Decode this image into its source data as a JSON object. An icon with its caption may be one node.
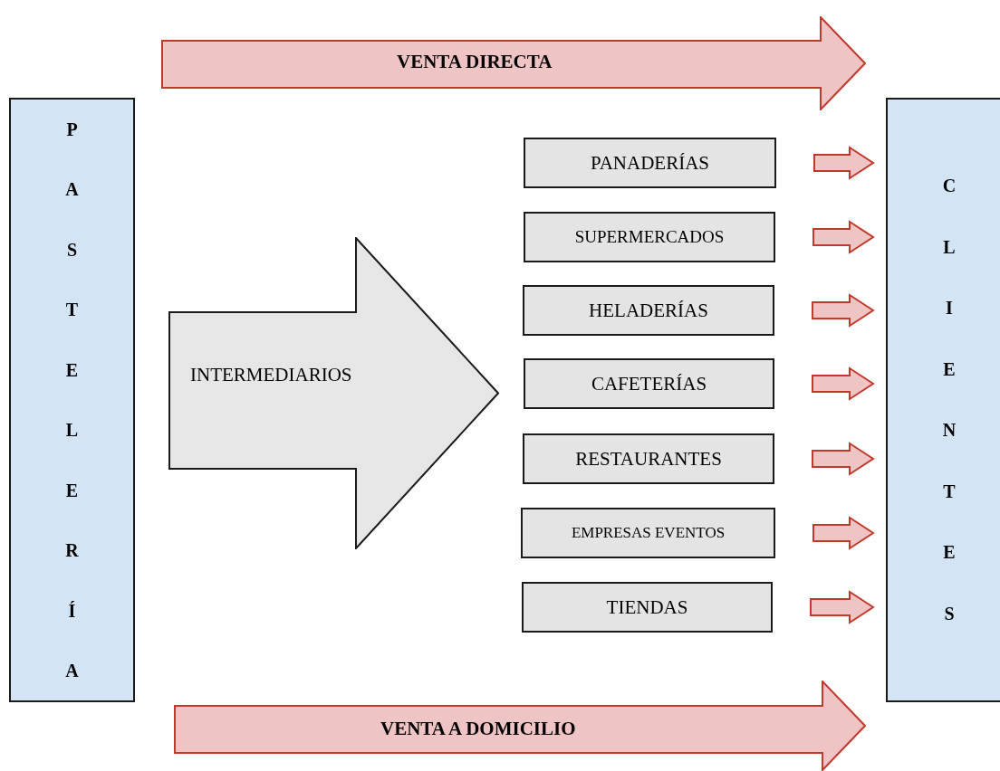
{
  "diagram": {
    "nodes": [
      {
        "text": [
          "PASTELERÍA"
        ]
      },
      {
        "text": [
          "VENTA DIRECTA"
        ]
      },
      {
        "text": [
          "INTERMEDIARIOS"
        ]
      },
      {
        "text": [
          "PANADERÍAS"
        ]
      },
      {
        "text": [
          "SUPERMERCADOS"
        ]
      },
      {
        "text": [
          "HELADERÍAS"
        ]
      },
      {
        "text": [
          "CAFETERÍAS"
        ]
      },
      {
        "text": [
          "RESTAURANTES"
        ]
      },
      {
        "text": [
          "EMPRESAS EVENTOS"
        ]
      },
      {
        "text": [
          "TIENDAS"
        ]
      },
      {
        "text": [
          "VENTA A DOMICILIO"
        ]
      },
      {
        "text": [
          "CLIENTES"
        ]
      }
    ],
    "edges": [
      {
        "from": 3,
        "to": 11,
        "arrow": "to"
      },
      {
        "from": 4,
        "to": 11,
        "arrow": "to"
      },
      {
        "from": 5,
        "to": 11,
        "arrow": "to"
      },
      {
        "from": 6,
        "to": 11,
        "arrow": "to"
      },
      {
        "from": 7,
        "to": 11,
        "arrow": "to"
      },
      {
        "from": 8,
        "to": 11,
        "arrow": "to"
      },
      {
        "from": 9,
        "to": 11,
        "arrow": "to"
      }
    ]
  }
}
